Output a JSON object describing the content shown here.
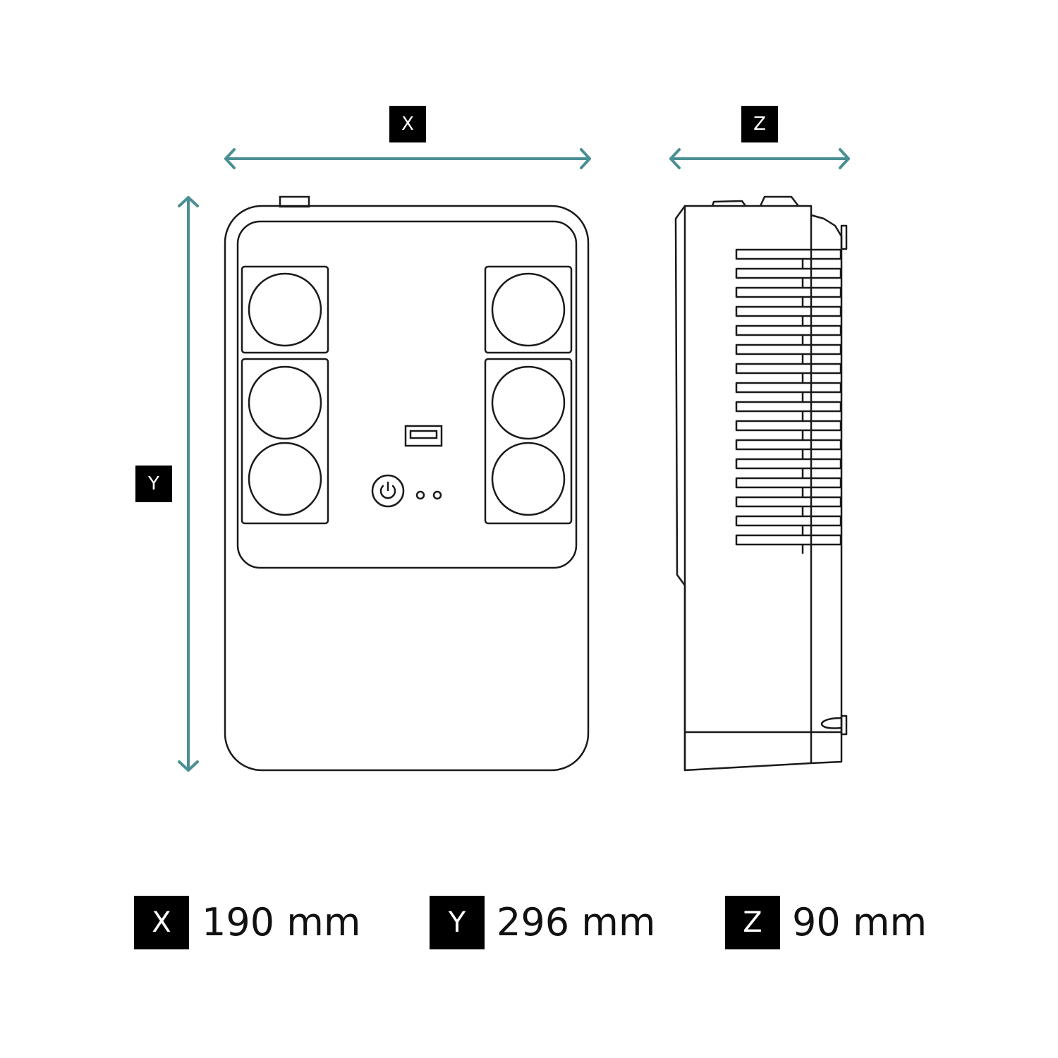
{
  "labels": {
    "x": "X",
    "y": "Y",
    "z": "Z"
  },
  "dimensions": [
    {
      "axis": "X",
      "value": "190 mm"
    },
    {
      "axis": "Y",
      "value": "296 mm"
    },
    {
      "axis": "Z",
      "value": "90 mm"
    }
  ],
  "colors": {
    "arrow": "#4a8f93",
    "line": "#1a1a1a",
    "tag_bg": "#000000",
    "tag_text": "#ffffff"
  }
}
